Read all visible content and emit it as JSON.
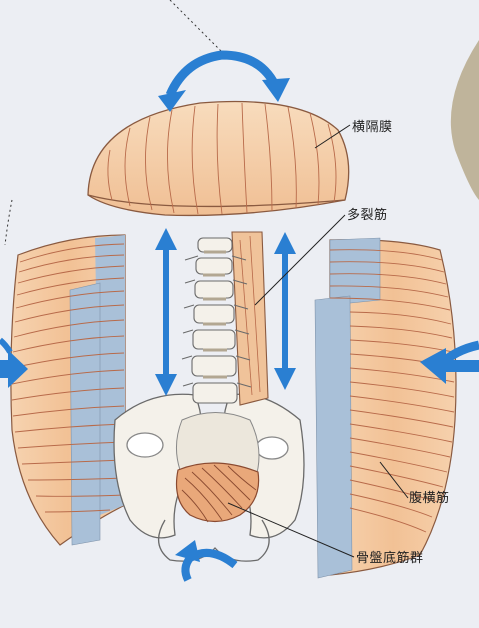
{
  "labels": {
    "diaphragm": "横隔膜",
    "multifidus": "多裂筋",
    "transversus_abdominis": "腹横筋",
    "pelvic_floor": "骨盤底筋群"
  },
  "colors": {
    "muscle": "#f4c9a0",
    "muscle_line": "#b86a4a",
    "fascia": "#a9c0d8",
    "arrow": "#2a7fd2",
    "bone": "#f4f1ea",
    "background": "#eceef3"
  }
}
